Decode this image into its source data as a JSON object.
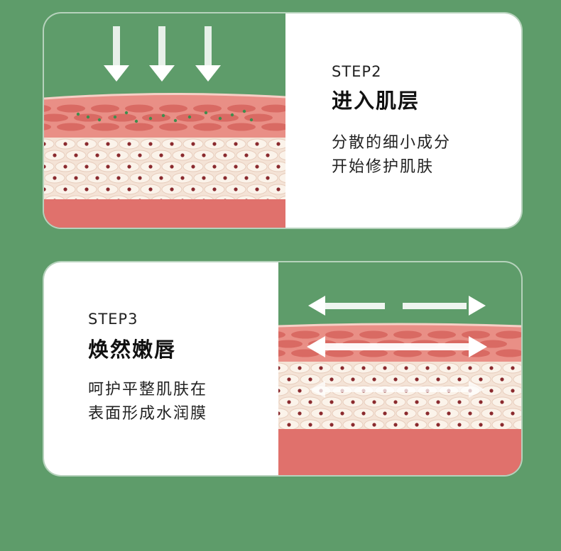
{
  "step2": {
    "step": "STEP2",
    "title": "进入肌层",
    "desc_lines": [
      "分散的细小成分",
      "开始修护肌肤"
    ]
  },
  "step3": {
    "step": "STEP3",
    "title": "焕然嫩唇",
    "desc_lines": [
      "呵护平整肌肤在",
      "表面形成水润膜"
    ]
  },
  "colors": {
    "background": "#5e9c6a",
    "panel": "#ffffff",
    "skin_top": "#e98f86",
    "skin_spots": "#d96a63",
    "cells": "#f7ecdf",
    "nucleus": "#8a2a2e",
    "base": "#e0716c",
    "arrow": "#ffffff",
    "droplets": "#4f9a5a"
  },
  "icons": {
    "step2_arrows": "down-arrow-icon",
    "step3_arrows": "double-headed-arrow-icon"
  }
}
